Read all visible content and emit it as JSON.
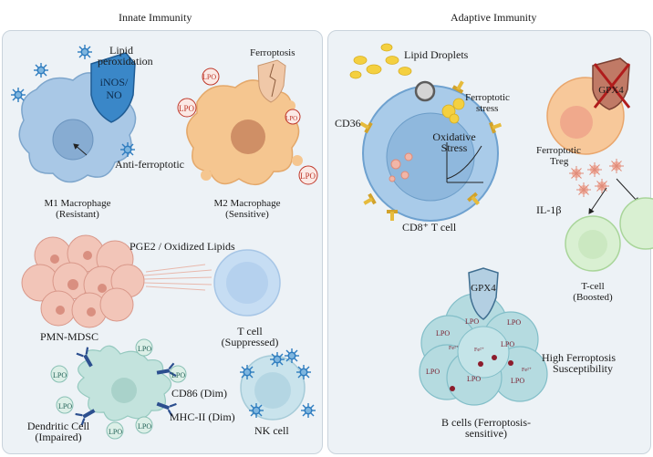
{
  "headers": {
    "innate": "Innate Immunity",
    "adaptive": "Adaptive Immunity"
  },
  "innate": {
    "lipid_peroxidation": [
      "Lipid",
      "peroxidation"
    ],
    "inos_no": [
      "iNOS/",
      "NO"
    ],
    "ferroptosis": "Ferroptosis",
    "lpo": "LPO",
    "anti_ferroptotic": "Anti-ferroptotic",
    "m1": [
      "M1 Macrophage",
      "(Resistant)"
    ],
    "m2": [
      "M2 Macrophage",
      "(Sensitive)"
    ],
    "pge2": "PGE2 / Oxidized Lipids",
    "pmn": "PMN-MDSC",
    "tcell_suppressed": [
      "T cell",
      "(Suppressed)"
    ],
    "cd86": "CD86 (Dim)",
    "mhc": "MHC-II (Dim)",
    "dendritic": [
      "Dendritic Cell",
      "(Impaired)"
    ],
    "nk": "NK cell"
  },
  "adaptive": {
    "lipid_droplets": "Lipid Droplets",
    "ferroptotic_stress": [
      "Ferroptotic",
      "stress"
    ],
    "cd36": "CD36",
    "oxidative_stress": [
      "Oxidative",
      "Stress"
    ],
    "cd8": "CD8⁺ T cell",
    "gpx4": "GPX4",
    "ferroptotic_treg": [
      "Ferroptotic",
      "Treg"
    ],
    "il1b": "IL-1β",
    "tcell_boosted": [
      "T-cell",
      "(Boosted)"
    ],
    "high_susceptibility": [
      "High Ferroptosis",
      "Susceptibility"
    ],
    "bcells": [
      "B cells (Ferroptosis-",
      "sensitive)"
    ],
    "lpo": "LPO",
    "fe": "Fe²⁺"
  },
  "colors": {
    "panel": "#edf2f6",
    "macrophage_blue": "#a9c8e6",
    "shield_blue": "#3a87c8",
    "m2_orange": "#f5c690",
    "pmn_pink": "#f2c5b8",
    "tcell_blue": "#c6ddf3",
    "dendritic_teal": "#c3e3dd",
    "cd8_blue": "#a9cbe9",
    "treg_orange": "#f7c89a",
    "boosted_green": "#d9f0d2",
    "bcell_teal": "#b5dbe0",
    "lpo_red": "#c0392b",
    "lipid_yellow": "#f4d040"
  }
}
